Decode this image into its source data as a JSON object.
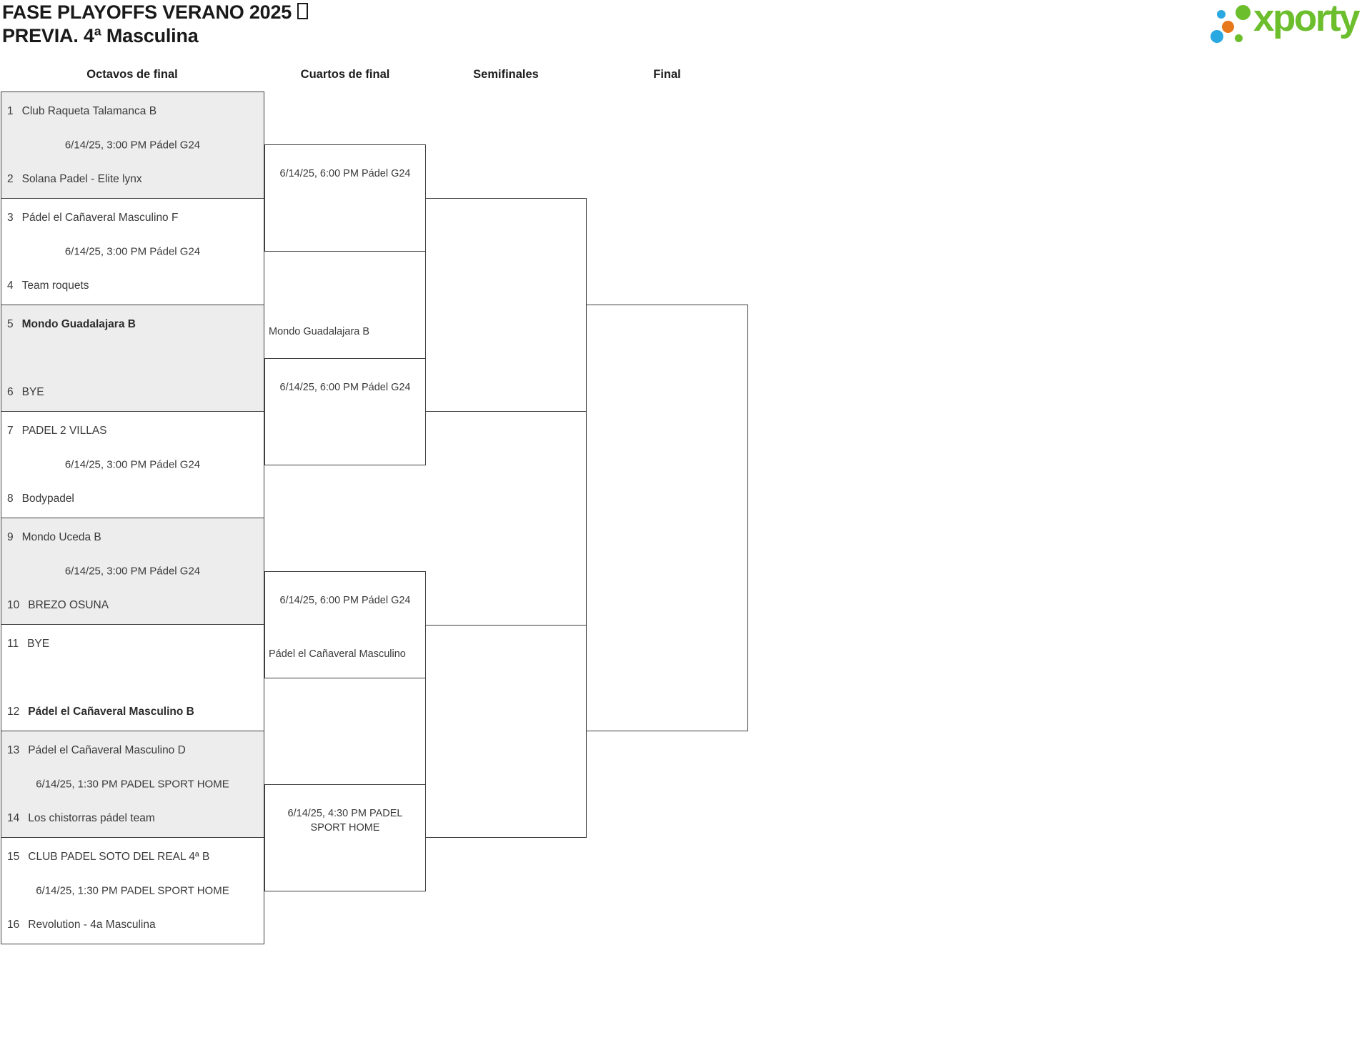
{
  "title": {
    "line1": "FASE PLAYOFFS VERANO 2025",
    "line2": "PREVIA. 4ª Masculina"
  },
  "logo": {
    "brand": "xporty"
  },
  "round_headers": {
    "octavos": "Octavos de final",
    "cuartos": "Cuartos de final",
    "semifinales": "Semifinales",
    "final": "Final"
  },
  "octavos_matches": [
    {
      "seed1": "1",
      "team1": "Club Raqueta Talamanca B",
      "time": "6/14/25, 3:00 PM Pádel G24",
      "seed2": "2",
      "team2": "Solana Padel - Elite lynx"
    },
    {
      "seed1": "3",
      "team1": "Pádel el Cañaveral Masculino F",
      "time": "6/14/25, 3:00 PM Pádel G24",
      "seed2": "4",
      "team2": "Team roquets"
    },
    {
      "seed1": "5",
      "team1": "Mondo Guadalajara B",
      "time": "",
      "seed2": "6",
      "team2": "BYE"
    },
    {
      "seed1": "7",
      "team1": "PADEL 2 VILLAS",
      "time": "6/14/25, 3:00 PM Pádel G24",
      "seed2": "8",
      "team2": "Bodypadel"
    },
    {
      "seed1": "9",
      "team1": "Mondo Uceda B",
      "time": "6/14/25, 3:00 PM Pádel G24",
      "seed2": "10",
      "team2": "BREZO OSUNA"
    },
    {
      "seed1": "11",
      "team1": "BYE",
      "time": "",
      "seed2": "12",
      "team2": "Pádel el Cañaveral Masculino B"
    },
    {
      "seed1": "13",
      "team1": "Pádel el Cañaveral Masculino D",
      "time": "6/14/25, 1:30 PM PADEL SPORT HOME",
      "seed2": "14",
      "team2": "Los chistorras pádel team"
    },
    {
      "seed1": "15",
      "team1": "CLUB PADEL SOTO DEL REAL 4ª B",
      "time": "6/14/25, 1:30 PM PADEL SPORT HOME",
      "seed2": "16",
      "team2": "Revolution - 4a Masculina"
    }
  ],
  "cuartos_matches": [
    {
      "time": "6/14/25, 6:00 PM Pádel G24",
      "team1": "",
      "team2": ""
    },
    {
      "time": "6/14/25, 6:00 PM Pádel G24",
      "team1": "Mondo Guadalajara B",
      "team2": ""
    },
    {
      "time": "6/14/25, 6:00 PM Pádel G24",
      "team1": "",
      "team2": "Pádel el Cañaveral Masculino"
    },
    {
      "time": "6/14/25, 4:30 PM PADEL SPORT HOME",
      "team1": "",
      "team2": ""
    }
  ],
  "colors": {
    "brand_green": "#6CBE2C",
    "dot_blue": "#29A8E1",
    "dot_orange": "#E8781C",
    "row_shade": "#EDEDED",
    "box_border": "#3E3E3E",
    "text": "#3A3A3A"
  }
}
